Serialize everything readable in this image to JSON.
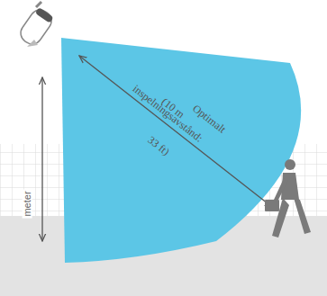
{
  "diagram": {
    "labels": [
      "Optimalt",
      "inspelningsavstånd:",
      "(10 m",
      "33 ft)",
      "meter"
    ]
  }
}
